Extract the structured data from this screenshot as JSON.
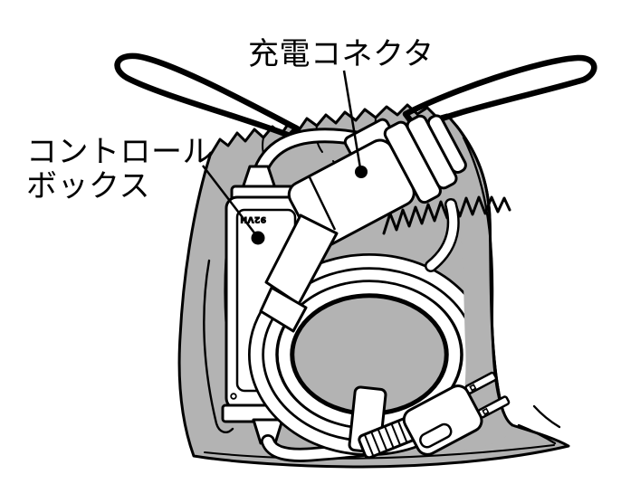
{
  "labels": {
    "charge_connector": "充電コネクタ",
    "control_box_line1": "コントロール",
    "control_box_line2": "ボックス"
  },
  "control_box": {
    "marking": "92VH"
  },
  "colors": {
    "bag_gray": "#b3b3b3",
    "outline_black": "#000000",
    "item_white": "#ffffff",
    "background": "#ffffff"
  }
}
